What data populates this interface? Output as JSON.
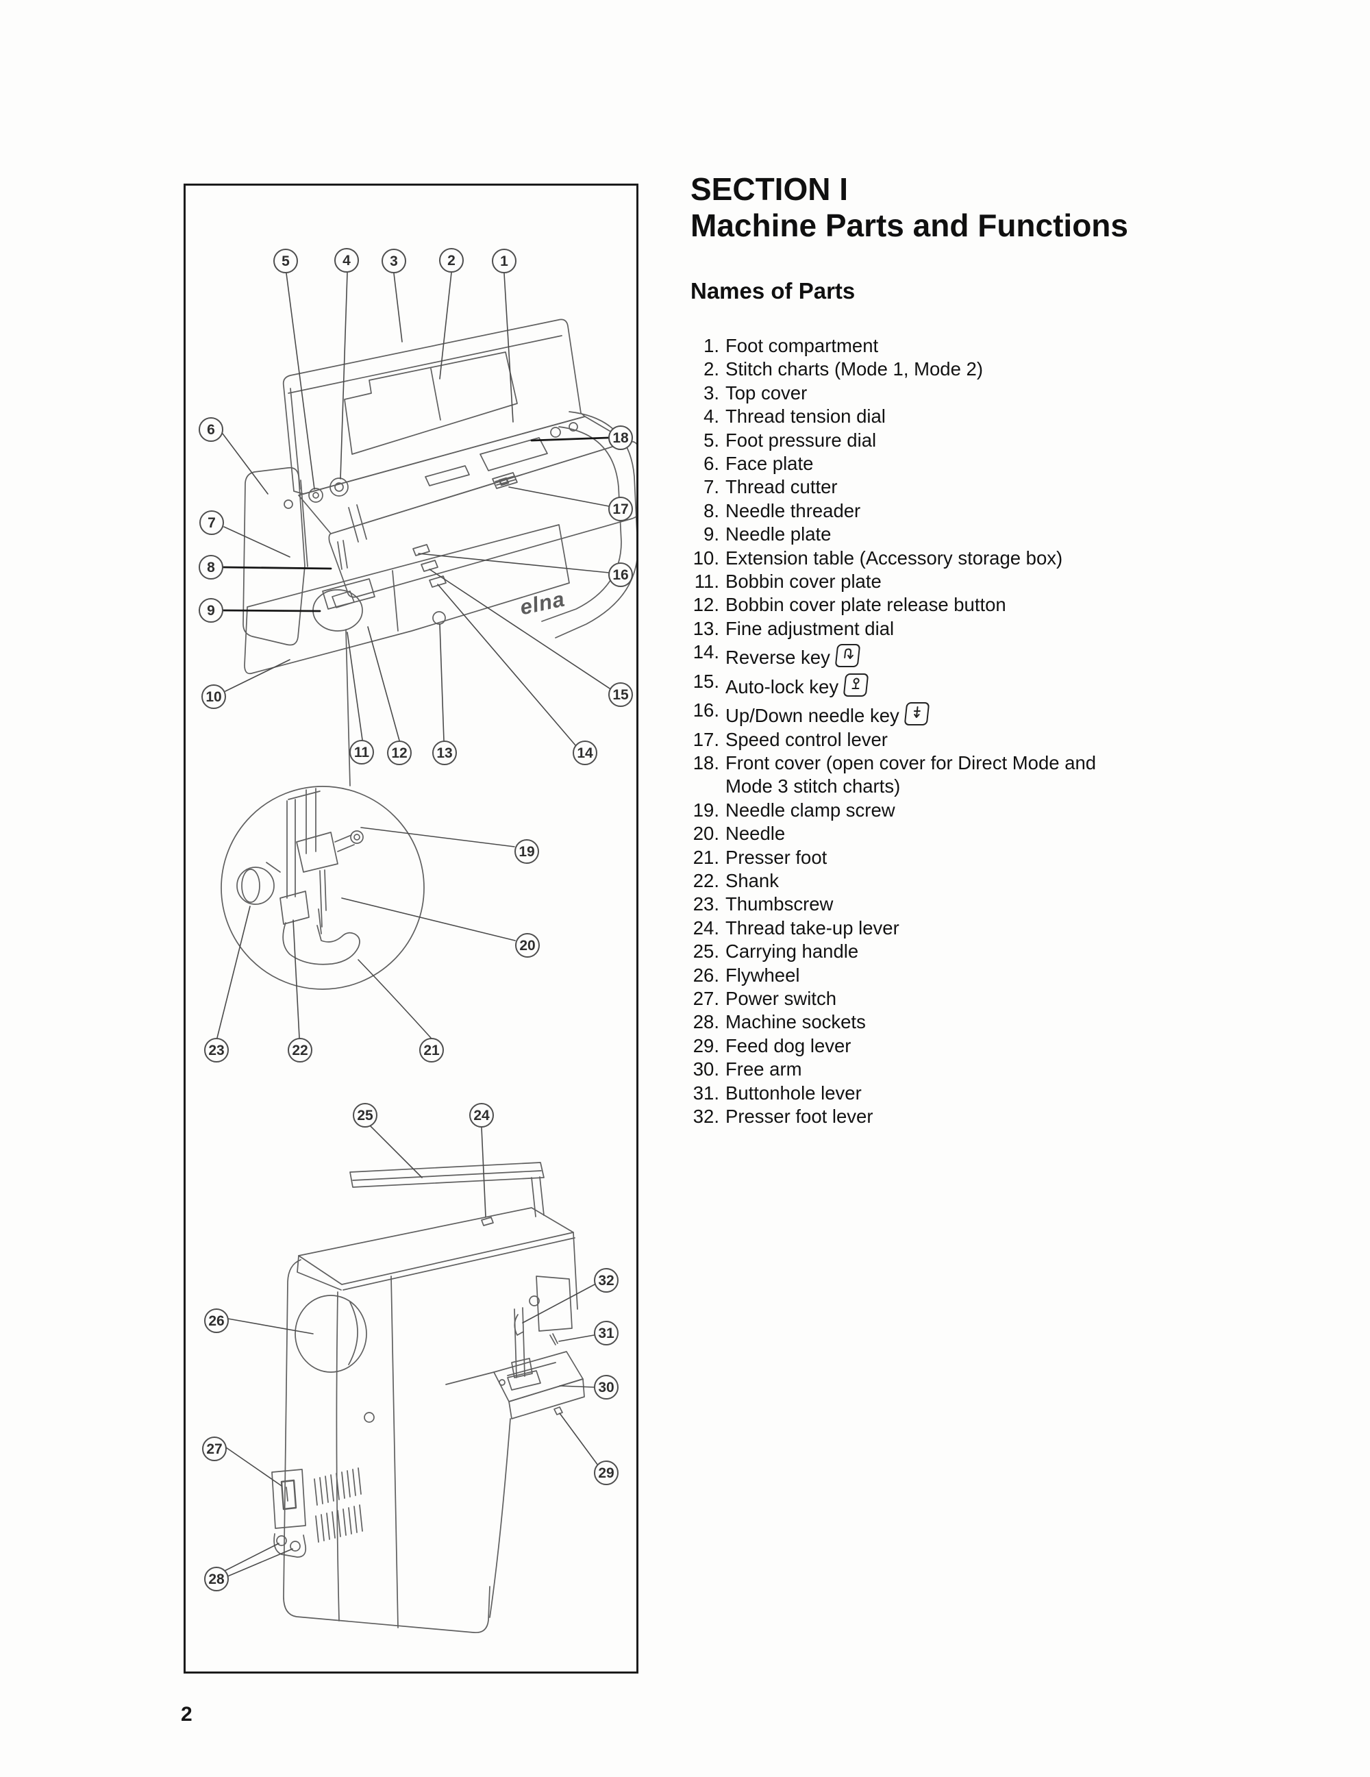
{
  "page": {
    "number": "2"
  },
  "section": {
    "title_line1": "SECTION I",
    "title_line2": "Machine Parts and Functions",
    "subtitle": "Names of Parts"
  },
  "figure": {
    "brand_logo": "elna",
    "callouts": [
      "1",
      "2",
      "3",
      "4",
      "5",
      "6",
      "7",
      "8",
      "9",
      "10",
      "11",
      "12",
      "13",
      "14",
      "15",
      "16",
      "17",
      "18",
      "19",
      "20",
      "21",
      "22",
      "23",
      "24",
      "25",
      "26",
      "27",
      "28",
      "29",
      "30",
      "31",
      "32"
    ]
  },
  "parts_list": [
    {
      "num": "1.",
      "label": "Foot compartment"
    },
    {
      "num": "2.",
      "label": "Stitch charts (Mode 1, Mode 2)"
    },
    {
      "num": "3.",
      "label": "Top cover"
    },
    {
      "num": "4.",
      "label": "Thread tension dial"
    },
    {
      "num": "5.",
      "label": "Foot pressure dial"
    },
    {
      "num": "6.",
      "label": "Face plate"
    },
    {
      "num": "7.",
      "label": "Thread cutter"
    },
    {
      "num": "8.",
      "label": "Needle threader"
    },
    {
      "num": "9.",
      "label": "Needle plate"
    },
    {
      "num": "10.",
      "label": "Extension table (Accessory storage box)"
    },
    {
      "num": "11.",
      "label": "Bobbin cover plate"
    },
    {
      "num": "12.",
      "label": "Bobbin cover plate release button"
    },
    {
      "num": "13.",
      "label": "Fine adjustment dial"
    },
    {
      "num": "14.",
      "label": "Reverse key",
      "icon": "reverse-key-icon"
    },
    {
      "num": "15.",
      "label": "Auto-lock key",
      "icon": "auto-lock-key-icon"
    },
    {
      "num": "16.",
      "label": "Up/Down needle key",
      "icon": "up-down-needle-key-icon"
    },
    {
      "num": "17.",
      "label": "Speed control lever"
    },
    {
      "num": "18.",
      "label": "Front cover (open cover for Direct Mode and Mode 3 stitch charts)"
    },
    {
      "num": "19.",
      "label": "Needle clamp screw"
    },
    {
      "num": "20.",
      "label": "Needle"
    },
    {
      "num": "21.",
      "label": "Presser foot"
    },
    {
      "num": "22.",
      "label": "Shank"
    },
    {
      "num": "23.",
      "label": "Thumbscrew"
    },
    {
      "num": "24.",
      "label": "Thread take-up lever"
    },
    {
      "num": "25.",
      "label": "Carrying handle"
    },
    {
      "num": "26.",
      "label": "Flywheel"
    },
    {
      "num": "27.",
      "label": "Power switch"
    },
    {
      "num": "28.",
      "label": "Machine sockets"
    },
    {
      "num": "29.",
      "label": "Feed dog lever"
    },
    {
      "num": "30.",
      "label": "Free arm"
    },
    {
      "num": "31.",
      "label": "Buttonhole lever"
    },
    {
      "num": "32.",
      "label": "Presser foot lever"
    }
  ]
}
